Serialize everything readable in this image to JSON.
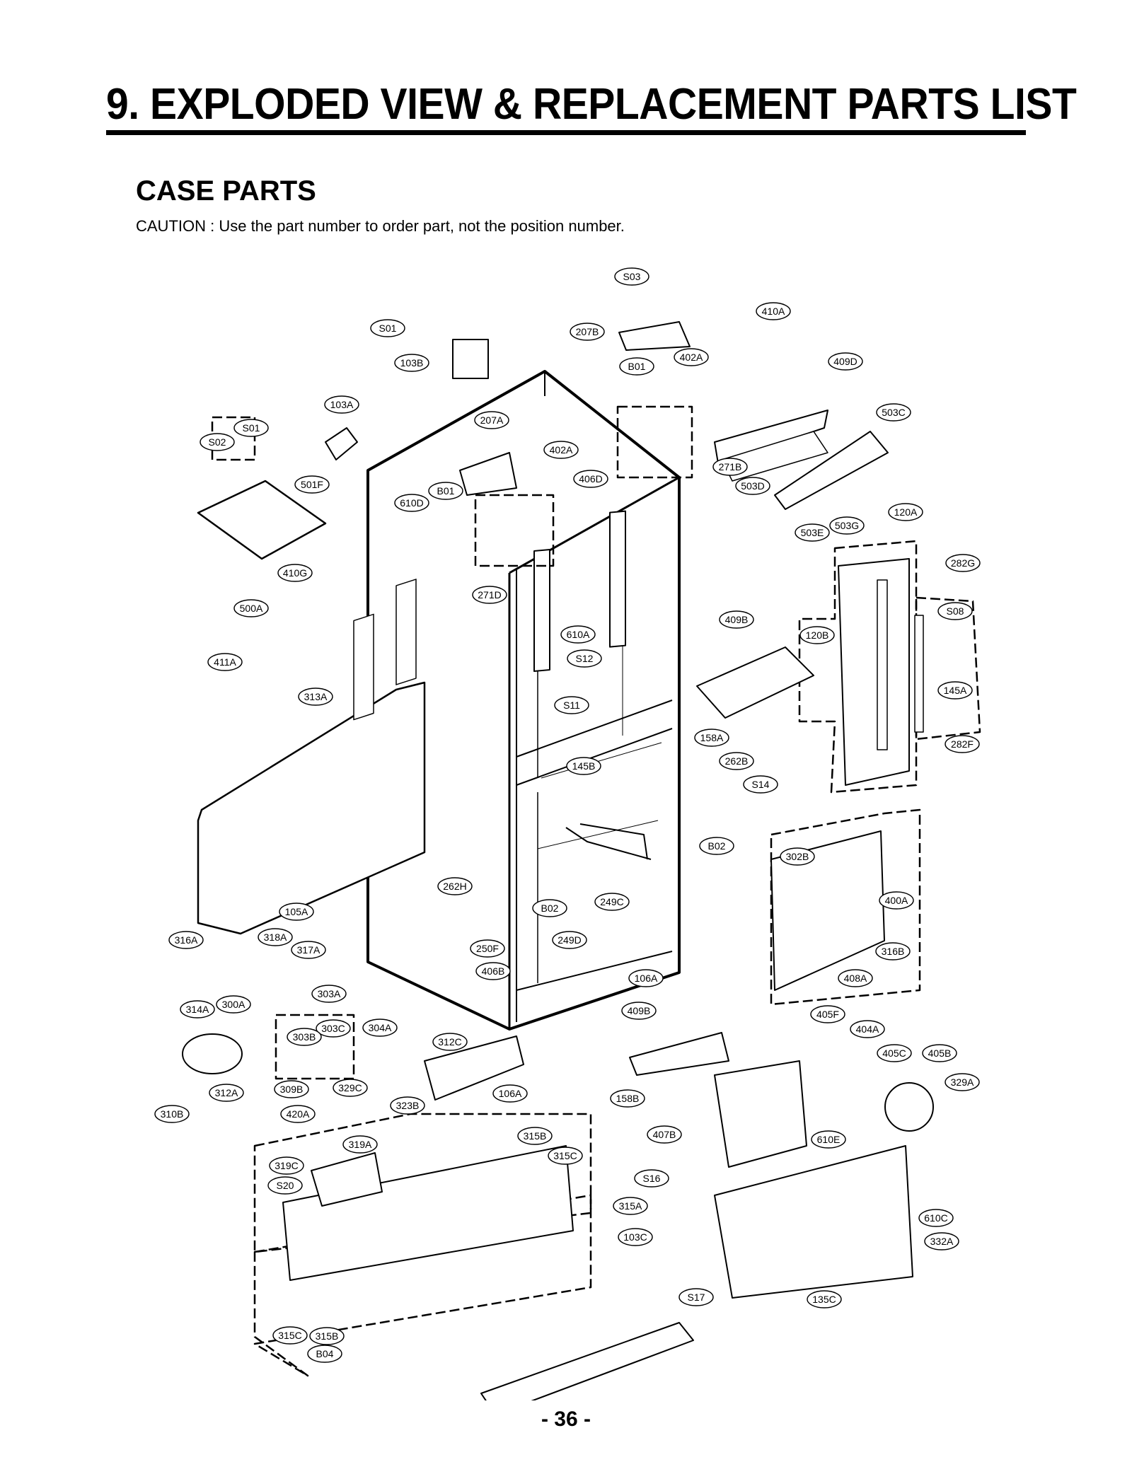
{
  "header": {
    "title": "9. EXPLODED VIEW & REPLACEMENT PARTS LIST",
    "subtitle": "CASE PARTS",
    "caution": "CAUTION : Use the part number to order part, not the position number."
  },
  "callouts": [
    "S03",
    "410A",
    "S01",
    "207B",
    "103B",
    "402A",
    "B01",
    "409D",
    "103A",
    "503C",
    "S01",
    "207A",
    "S02",
    "402A",
    "271B",
    "406D",
    "501F",
    "B01",
    "503D",
    "610D",
    "120A",
    "503E",
    "503G",
    "282G",
    "410G",
    "271D",
    "S08",
    "500A",
    "409B",
    "610A",
    "120B",
    "S12",
    "411A",
    "313A",
    "145A",
    "S11",
    "158A",
    "282F",
    "262B",
    "145B",
    "S14",
    "B02",
    "302B",
    "262H",
    "400A",
    "105A",
    "B02",
    "249C",
    "316A",
    "318A",
    "317A",
    "249D",
    "250F",
    "316B",
    "406B",
    "106A",
    "408A",
    "303A",
    "314A",
    "300A",
    "409B",
    "405F",
    "303C",
    "304A",
    "404A",
    "303B",
    "312C",
    "405C",
    "405B",
    "329A",
    "309B",
    "329C",
    "106A",
    "312A",
    "323B",
    "158B",
    "310B",
    "420A",
    "315B",
    "407B",
    "610E",
    "319A",
    "315C",
    "319C",
    "S16",
    "S20",
    "315A",
    "610C",
    "103C",
    "332A",
    "S17",
    "135C",
    "315C",
    "315B",
    "B04"
  ],
  "footer": {
    "page_number": "- 36 -"
  }
}
